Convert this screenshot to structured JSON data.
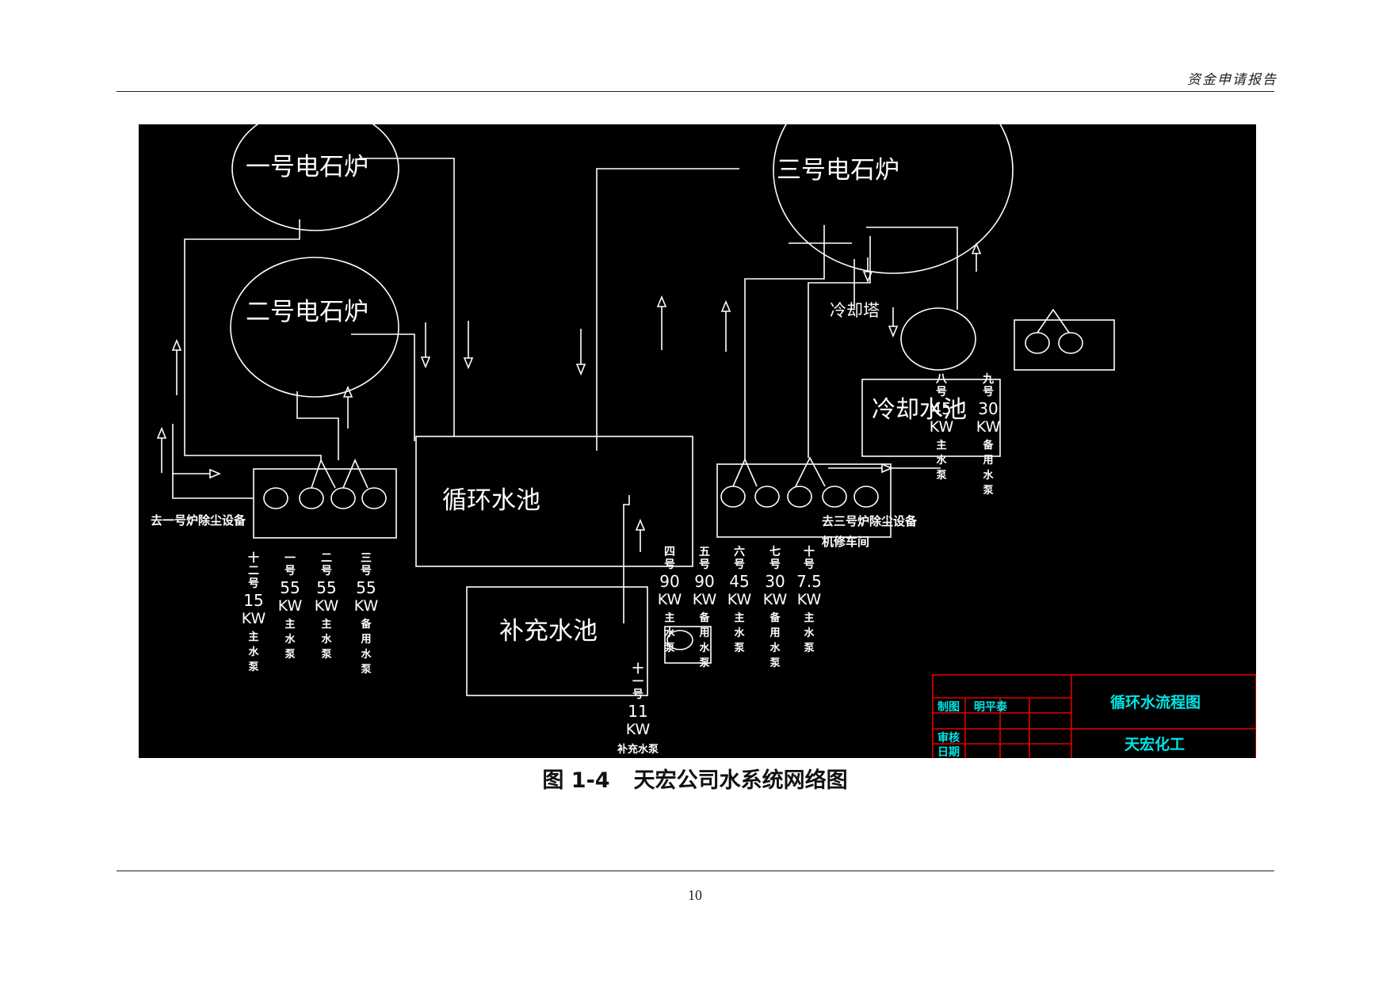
{
  "header": {
    "title": "资金申请报告"
  },
  "footer": {
    "page_number": "10"
  },
  "caption": {
    "number": "图 1-4",
    "text": "天宏公司水系统网络图"
  },
  "diagram": {
    "furnaces": {
      "f1": "一号电石炉",
      "f2": "二号电石炉",
      "f3": "三号电石炉"
    },
    "cooling_tower": "冷却塔",
    "cooling_pool": "冷却水池",
    "circulating_pool": "循环水池",
    "makeup_pool": "补充水池",
    "destinations": {
      "left": "去一号炉除尘设备",
      "right_1": "去三号炉除尘设备",
      "right_2": "机修车间"
    },
    "pumps_left": [
      {
        "id": [
          "十",
          "二",
          "号"
        ],
        "power": "15",
        "unit": "KW",
        "role": [
          "主",
          "水",
          "泵"
        ]
      },
      {
        "id": [
          "一",
          "号"
        ],
        "power": "55",
        "unit": "KW",
        "role": [
          "主",
          "水",
          "泵"
        ]
      },
      {
        "id": [
          "二",
          "号"
        ],
        "power": "55",
        "unit": "KW",
        "role": [
          "主",
          "水",
          "泵"
        ]
      },
      {
        "id": [
          "三",
          "号"
        ],
        "power": "55",
        "unit": "KW",
        "role": [
          "备",
          "用",
          "水",
          "泵"
        ]
      }
    ],
    "pumps_right": [
      {
        "id": [
          "四",
          "号"
        ],
        "power": "90",
        "unit": "KW",
        "role": [
          "主",
          "水",
          "泵"
        ]
      },
      {
        "id": [
          "五",
          "号"
        ],
        "power": "90",
        "unit": "KW",
        "role": [
          "备",
          "用",
          "水",
          "泵"
        ]
      },
      {
        "id": [
          "六",
          "号"
        ],
        "power": "45",
        "unit": "KW",
        "role": [
          "主",
          "水",
          "泵"
        ]
      },
      {
        "id": [
          "七",
          "号"
        ],
        "power": "30",
        "unit": "KW",
        "role": [
          "备",
          "用",
          "水",
          "泵"
        ]
      },
      {
        "id": [
          "十",
          "号"
        ],
        "power": "7.5",
        "unit": "KW",
        "role": [
          "主",
          "水",
          "泵"
        ]
      }
    ],
    "pumps_far_right": [
      {
        "id": [
          "八",
          "号"
        ],
        "power": "45",
        "unit": "KW",
        "role": [
          "主",
          "水",
          "泵"
        ]
      },
      {
        "id": [
          "九",
          "号"
        ],
        "power": "30",
        "unit": "KW",
        "role": [
          "备",
          "用",
          "水",
          "泵"
        ]
      }
    ],
    "pump_makeup": {
      "id": [
        "十",
        "一",
        "号"
      ],
      "power": "11",
      "unit": "KW",
      "role": "补充水泵"
    },
    "title_block": {
      "drawn_by_label": "制图",
      "drawn_by_name": "明平泰",
      "review_label": "审核",
      "date_label": "日期",
      "drawing_title": "循环水流程图",
      "company": "天宏化工"
    },
    "colors": {
      "background": "#000000",
      "lines": "#ffffff",
      "title_block_lines": "#e00000",
      "title_block_text": "#00e5e5"
    }
  }
}
